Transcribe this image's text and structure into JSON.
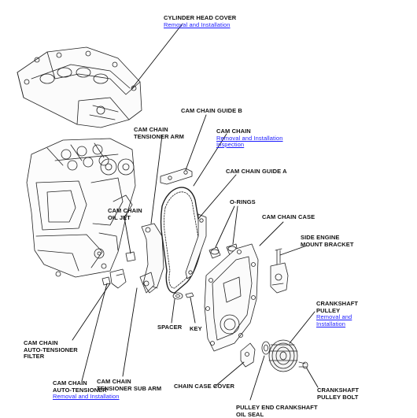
{
  "labels": {
    "cylinder_head_cover": {
      "name": "CYLINDER HEAD COVER",
      "link": "Removal and Installation"
    },
    "cam_chain_guide_b": {
      "name": "CAM CHAIN GUIDE B"
    },
    "cam_chain_tensioner_arm": {
      "line1": "CAM CHAIN",
      "line2": "TENSIONER ARM"
    },
    "cam_chain": {
      "name": "CAM CHAIN",
      "link1": "Removal and Installation",
      "link2": "Inspection"
    },
    "cam_chain_guide_a": {
      "name": "CAM CHAIN GUIDE A"
    },
    "o_rings": {
      "name": "O-RINGS"
    },
    "cam_chain_oil_jet": {
      "line1": "CAM CHAIN",
      "line2": "OIL JET"
    },
    "cam_chain_case": {
      "name": "CAM CHAIN CASE"
    },
    "side_engine_mount_bracket": {
      "line1": "SIDE ENGINE",
      "line2": "MOUNT BRACKET"
    },
    "crankshaft_pulley": {
      "line1": "CRANKSHAFT",
      "line2": "PULLEY",
      "link1": "Removal and",
      "link2": "Installation"
    },
    "spacer": {
      "name": "SPACER"
    },
    "key": {
      "name": "KEY"
    },
    "cam_chain_auto_tensioner_filter": {
      "line1": "CAM CHAIN",
      "line2": "AUTO-TENSIONER",
      "line3": "FILTER"
    },
    "cam_chain_tensioner_sub_arm": {
      "line1": "CAM CHAIN",
      "line2": "TENSIONER SUB ARM"
    },
    "chain_case_cover": {
      "name": "CHAIN CASE COVER"
    },
    "crankshaft_pulley_bolt": {
      "line1": "CRANKSHAFT",
      "line2": "PULLEY BOLT"
    },
    "cam_chain_auto_tensioner": {
      "line1": "CAM CHAIN",
      "line2": "AUTO-TENSIONER",
      "link": "Removal and Installation"
    },
    "pulley_end_crankshaft_oil_seal": {
      "line1": "PULLEY END CRANKSHAFT",
      "line2": "OIL SEAL"
    }
  },
  "colors": {
    "ink": "#111111",
    "link": "#1a1aff",
    "background": "#ffffff"
  }
}
